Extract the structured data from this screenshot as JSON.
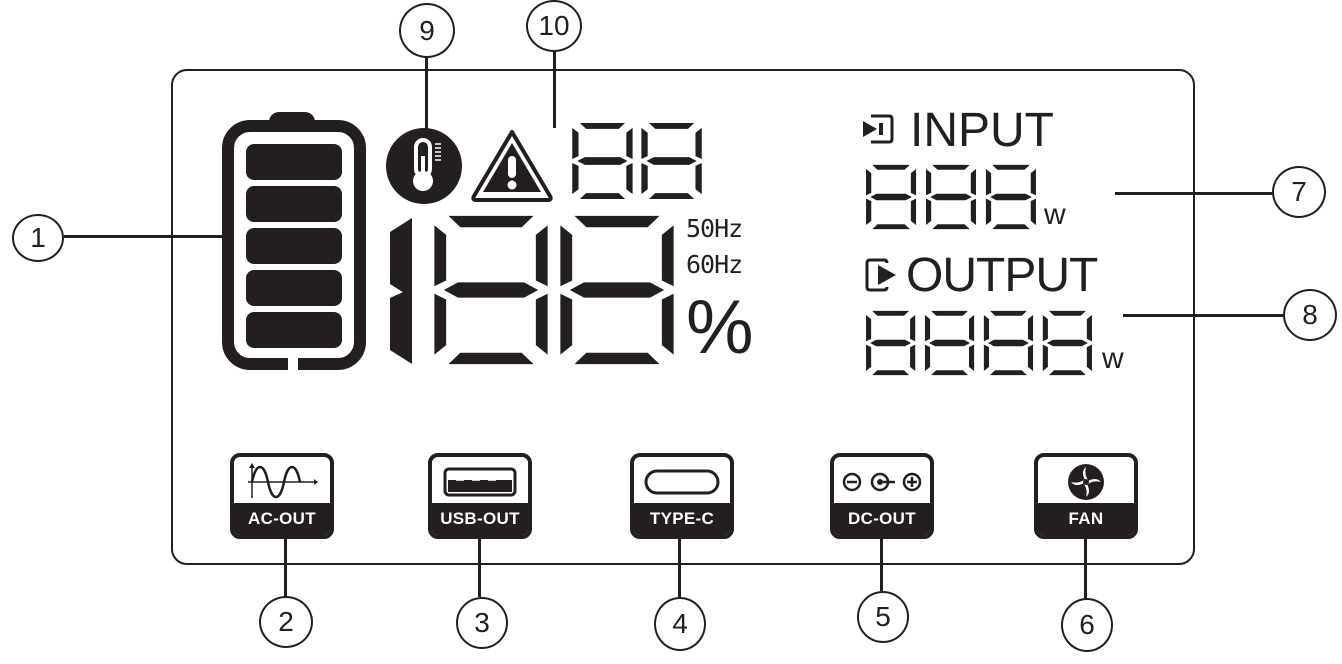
{
  "callouts": [
    {
      "num": "1",
      "target": "battery-level-indicator"
    },
    {
      "num": "2",
      "target": "ac-out-indicator"
    },
    {
      "num": "3",
      "target": "usb-out-indicator"
    },
    {
      "num": "4",
      "target": "type-c-indicator"
    },
    {
      "num": "5",
      "target": "dc-out-indicator"
    },
    {
      "num": "6",
      "target": "fan-indicator"
    },
    {
      "num": "7",
      "target": "input-power-readout"
    },
    {
      "num": "8",
      "target": "output-power-readout"
    },
    {
      "num": "9",
      "target": "temperature-warning-icon"
    },
    {
      "num": "10",
      "target": "fault-code-display"
    }
  ],
  "display": {
    "battery_segments": 5,
    "fault_code_digits": "88",
    "percent_digits": "188",
    "percent_unit": "%",
    "freq_50": "50Hz",
    "freq_60": "60Hz",
    "input": {
      "label": "INPUT",
      "digits": "888",
      "unit": "W"
    },
    "output": {
      "label": "OUTPUT",
      "digits": "8888",
      "unit": "W"
    }
  },
  "indicators": [
    {
      "label": "AC-OUT",
      "icon": "ac-sine-wave-icon"
    },
    {
      "label": "USB-OUT",
      "icon": "usb-port-icon"
    },
    {
      "label": "TYPE-C",
      "icon": "type-c-port-icon"
    },
    {
      "label": "DC-OUT",
      "icon": "dc-polarity-icon"
    },
    {
      "label": "FAN",
      "icon": "fan-icon"
    }
  ],
  "colors": {
    "ink": "#231f20",
    "background": "#ffffff"
  }
}
